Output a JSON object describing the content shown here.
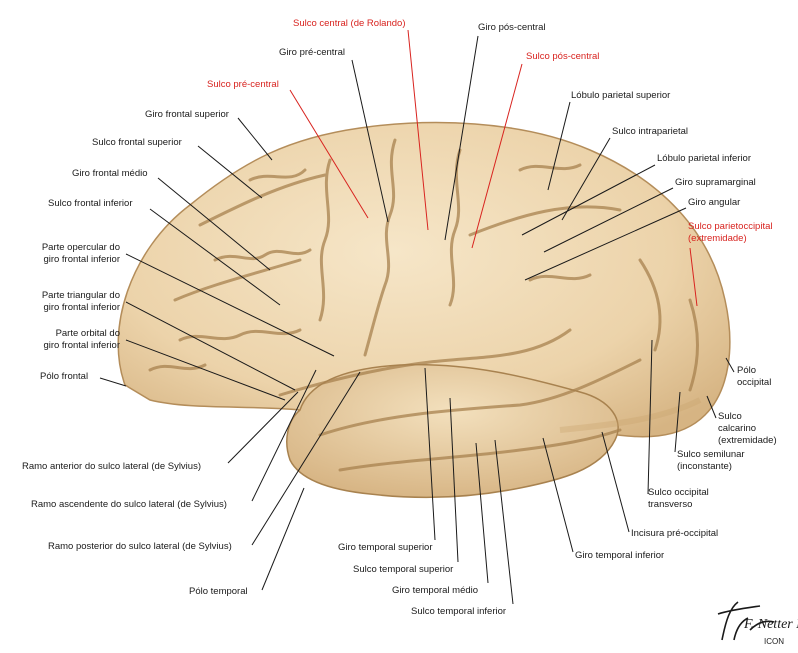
{
  "labels": {
    "sulco_central": "Sulco central (de Rolando)",
    "giro_pos_central": "Giro pós-central",
    "giro_pre_central": "Giro pré-central",
    "sulco_pos_central": "Sulco pós-central",
    "sulco_pre_central": "Sulco pré-central",
    "lobulo_parietal_superior": "Lóbulo parietal superior",
    "giro_frontal_superior": "Giro frontal superior",
    "sulco_intraparietal": "Sulco intraparietal",
    "sulco_frontal_superior": "Sulco frontal superior",
    "lobulo_parietal_inferior": "Lóbulo parietal inferior",
    "giro_frontal_medio": "Giro frontal médio",
    "giro_supramarginal": "Giro supramarginal",
    "giro_angular": "Giro angular",
    "sulco_frontal_inferior": "Sulco frontal inferior",
    "sulco_parietooccipital_1": "Sulco parietoccipital",
    "sulco_parietooccipital_2": "(extremidade)",
    "parte_opercular_1": "Parte opercular do",
    "parte_opercular_2": "giro frontal inferior",
    "parte_triangular_1": "Parte triangular do",
    "parte_triangular_2": "giro frontal inferior",
    "parte_orbital_1": "Parte orbital do",
    "parte_orbital_2": "giro frontal inferior",
    "polo_occipital_1": "Pólo",
    "polo_occipital_2": "occipital",
    "polo_frontal": "Pólo frontal",
    "sulco_calcarino_1": "Sulco",
    "sulco_calcarino_2": "calcarino",
    "sulco_calcarino_3": "(extremidade)",
    "sulco_semilunar_1": "Sulco semilunar",
    "sulco_semilunar_2": "(inconstante)",
    "ramo_anterior": "Ramo anterior do sulco lateral (de Sylvius)",
    "sulco_occipital_1": "Sulco occipital",
    "sulco_occipital_2": "transverso",
    "ramo_ascendente": "Ramo ascendente do sulco lateral (de Sylvius)",
    "incisura": "Incisura pré-occipital",
    "ramo_posterior": "Ramo posterior do sulco lateral (de Sylvius)",
    "giro_temporal_superior": "Giro temporal superior",
    "giro_temporal_inferior": "Giro temporal inferior",
    "sulco_temporal_superior": "Sulco temporal superior",
    "polo_temporal": "Pólo temporal",
    "giro_temporal_medio": "Giro temporal médio",
    "sulco_temporal_inferior": "Sulco temporal inferior"
  },
  "signature": "F. Netter M.D.",
  "logo": "ICON",
  "colors": {
    "brain_fill": "#efd9b6",
    "brain_shade": "#d9bb8e",
    "sulcus": "#a8824f",
    "leader_black": "#1a1a1a",
    "leader_red": "#d8231f"
  }
}
